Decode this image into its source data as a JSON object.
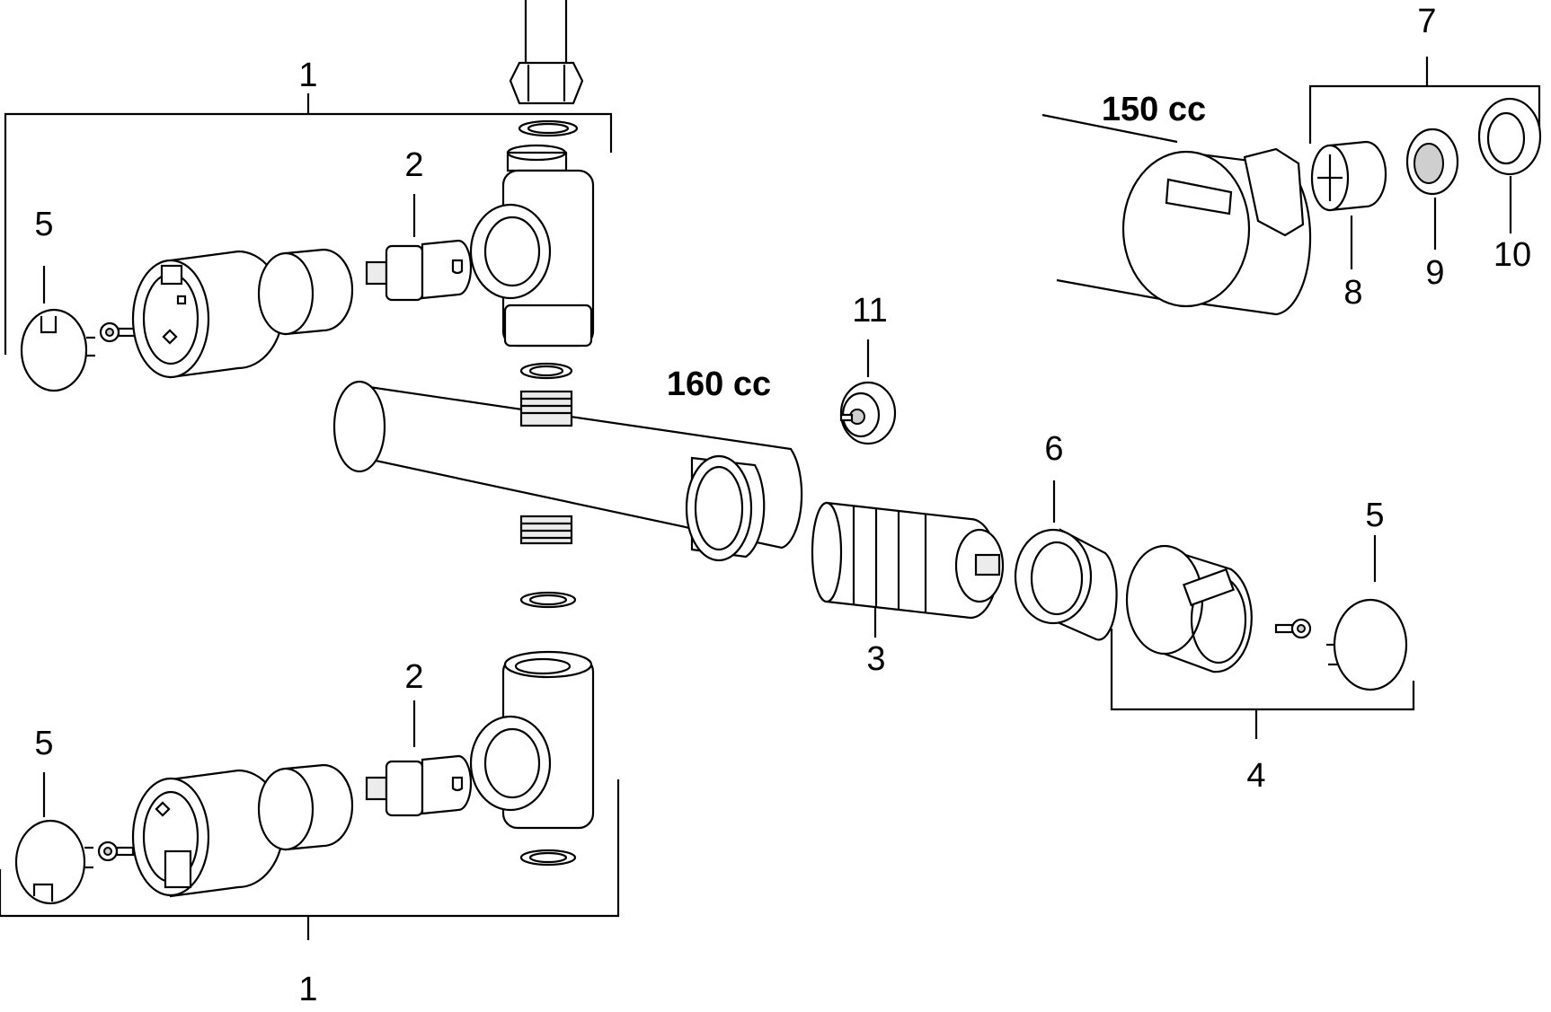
{
  "diagram": {
    "labels": {
      "l1_top": "1",
      "l1_bottom": "1",
      "l2_top": "2",
      "l2_bottom": "2",
      "l3": "3",
      "l4": "4",
      "l5_top_left": "5",
      "l5_bottom_left": "5",
      "l5_right": "5",
      "l6": "6",
      "l7": "7",
      "l8": "8",
      "l9": "9",
      "l10": "10",
      "l11": "11"
    },
    "volumes": {
      "main": "160 cc",
      "inset": "150 cc"
    }
  }
}
